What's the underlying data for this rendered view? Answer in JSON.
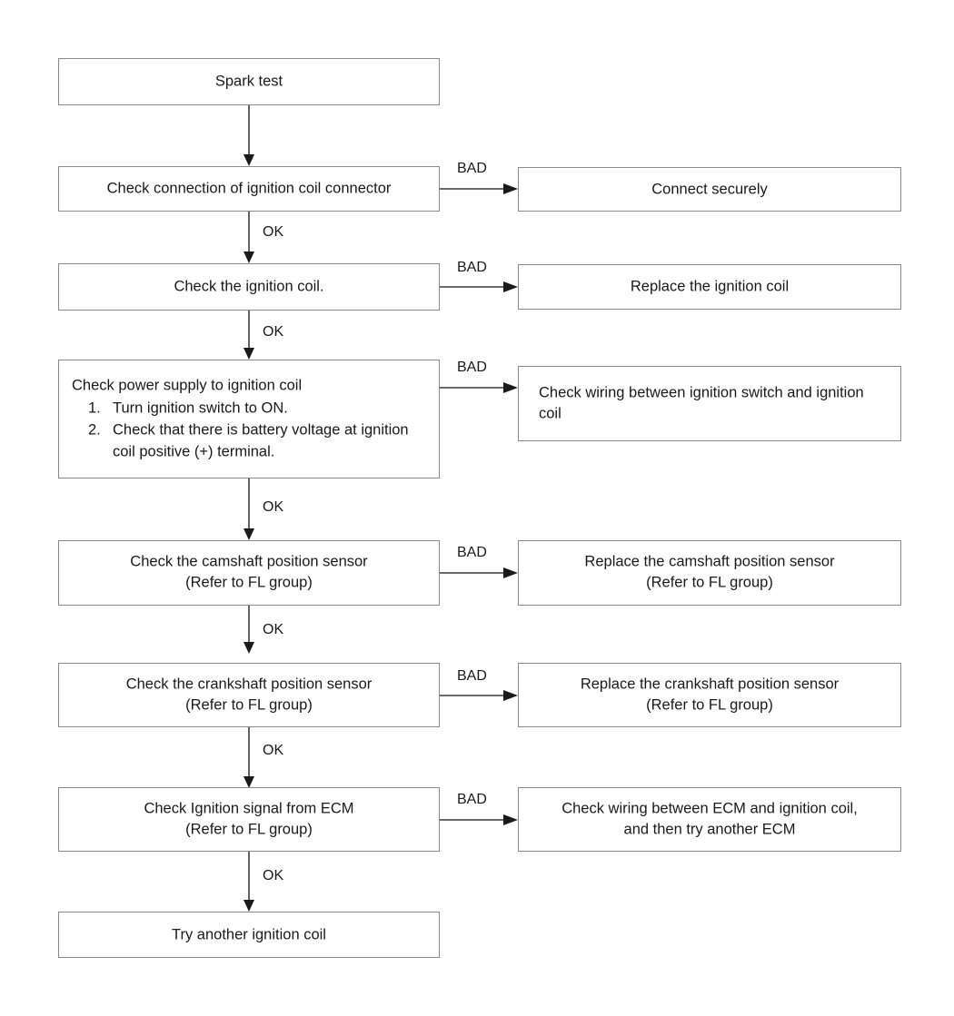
{
  "diagram": {
    "title": "Ignition coil spark test troubleshooting flowchart",
    "colors": {
      "box_border": "#8a8a8a",
      "connector": "#3a3a3a",
      "text": "#1a1a1a",
      "background": "#ffffff"
    },
    "labels": {
      "ok": "OK",
      "bad": "BAD"
    },
    "steps": [
      {
        "id": "spark-test",
        "label": "Spark test",
        "align": "center"
      },
      {
        "id": "check-connector",
        "label": "Check connection of ignition coil connector",
        "align": "center",
        "bad": "Connect securely",
        "bad_align": "center",
        "ok": "OK"
      },
      {
        "id": "check-coil",
        "label": "Check the ignition coil.",
        "align": "center",
        "bad": "Replace the ignition coil",
        "bad_align": "center",
        "ok": "OK"
      },
      {
        "id": "check-power-supply",
        "label": "Check power supply to ignition coil",
        "align": "left",
        "list": [
          {
            "num": "1.",
            "text": "Turn ignition switch to ON."
          },
          {
            "num": "2.",
            "text": "Check that there is battery voltage at ignition coil positive (+) terminal."
          }
        ],
        "bad": "Check wiring between ignition switch and ignition coil",
        "bad_align": "left",
        "ok": "OK"
      },
      {
        "id": "check-camshaft-sensor",
        "label_line1": "Check the camshaft position sensor",
        "label_line2": "(Refer to FL group)",
        "align": "center",
        "bad_line1": "Replace the camshaft position sensor",
        "bad_line2": "(Refer to FL group)",
        "bad_align": "center",
        "ok": "OK"
      },
      {
        "id": "check-crankshaft-sensor",
        "label_line1": "Check the crankshaft position sensor",
        "label_line2": "(Refer to FL group)",
        "align": "center",
        "bad_line1": "Replace the crankshaft position sensor",
        "bad_line2": "(Refer to FL group)",
        "bad_align": "center",
        "ok": "OK"
      },
      {
        "id": "check-ignition-signal",
        "label_line1": "Check Ignition signal from ECM",
        "label_line2": "(Refer to FL group)",
        "align": "center",
        "bad_line1": "Check wiring between ECM and ignition coil,",
        "bad_line2": "and then try another ECM",
        "bad_align": "center",
        "ok": "OK"
      },
      {
        "id": "try-another-coil",
        "label": "Try another ignition coil",
        "align": "center"
      }
    ]
  }
}
